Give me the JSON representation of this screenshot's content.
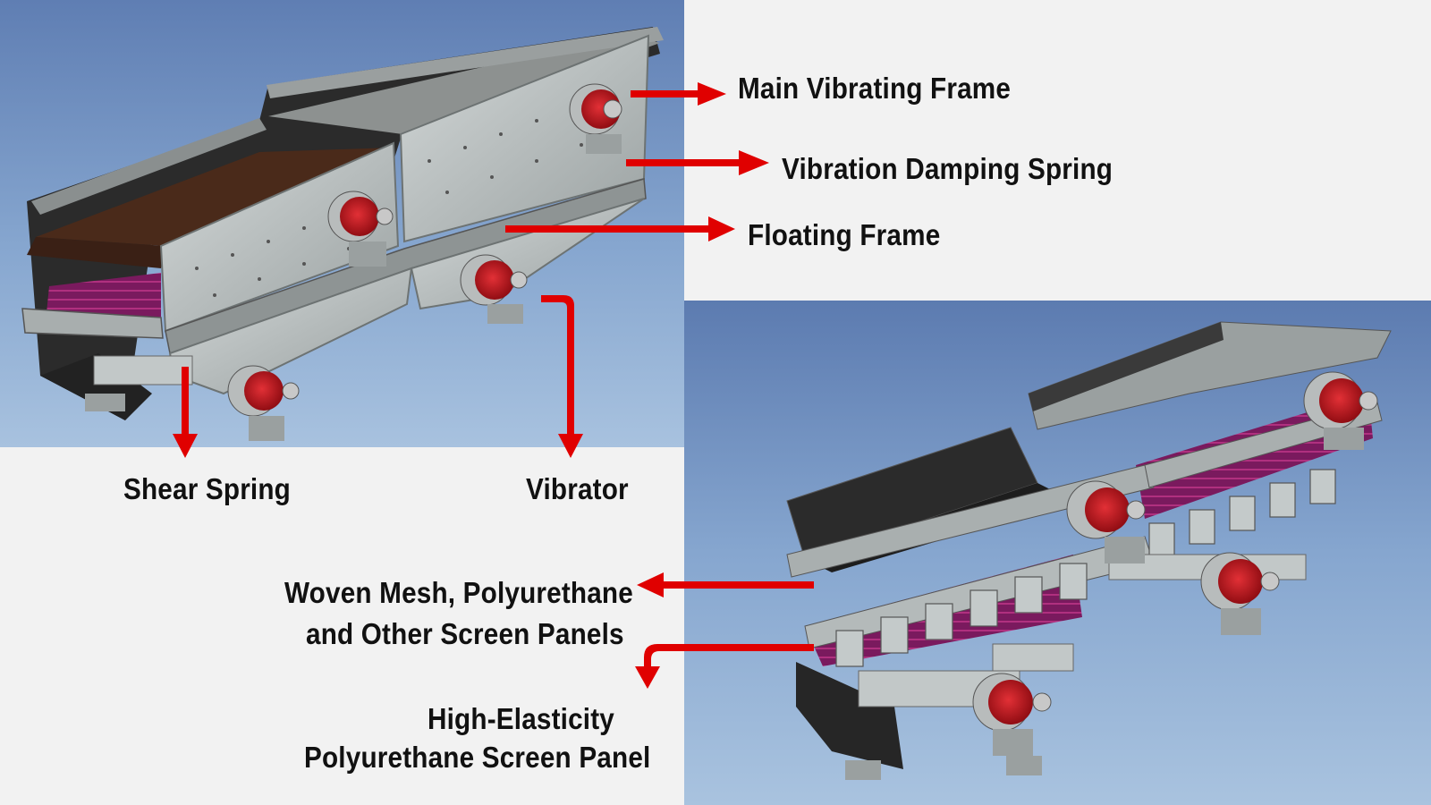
{
  "labels": {
    "main_vibrating_frame": "Main Vibrating Frame",
    "vibration_damping_spring": "Vibration Damping Spring",
    "floating_frame": "Floating Frame",
    "shear_spring": "Shear Spring",
    "vibrator": "Vibrator",
    "screen_panels_line1": "Woven Mesh, Polyurethane",
    "screen_panels_line2": "and Other Screen Panels",
    "pu_panel_line1": "High-Elasticity",
    "pu_panel_line2": "Polyurethane Screen Panel"
  },
  "colors": {
    "arrow": "#e00000",
    "sky_top": "#5f7eb3",
    "sky_bottom": "#a8c2df",
    "frame_steel": "#b9bfbf",
    "vibrator_red": "#c8101a",
    "screen_magenta": "#8a1a6a",
    "deck_brown": "#4a2a1a"
  }
}
